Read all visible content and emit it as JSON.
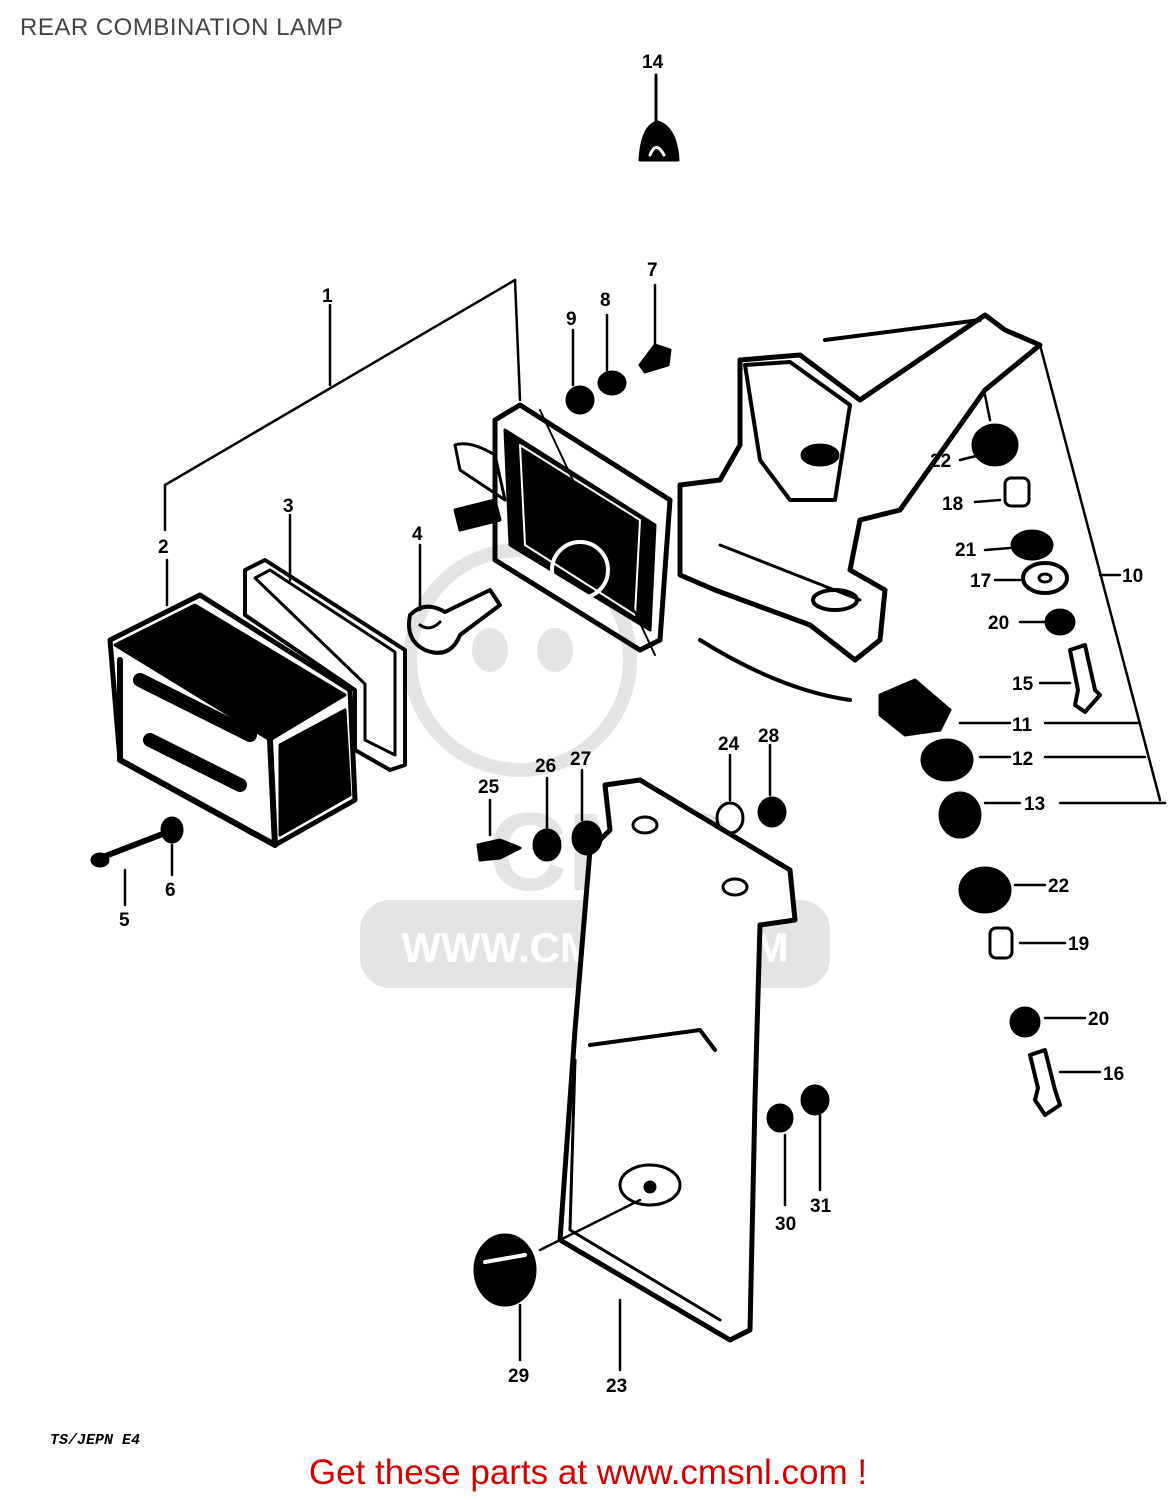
{
  "header": {
    "title": "REAR COMBINATION LAMP"
  },
  "watermark": {
    "brand": "CMS",
    "url": "WWW.CMSNL.COM",
    "color": "#e4e4e4"
  },
  "diagram": {
    "part_labels": [
      "1",
      "2",
      "3",
      "4",
      "5",
      "6",
      "7",
      "8",
      "9",
      "10",
      "11",
      "12",
      "13",
      "14",
      "15",
      "16",
      "17",
      "18",
      "19",
      "20",
      "20",
      "21",
      "22",
      "22",
      "23",
      "24",
      "25",
      "26",
      "27",
      "28",
      "29",
      "30",
      "31"
    ],
    "drawing_code": "TS/JEPN E4",
    "line_color": "#000000"
  },
  "footer": {
    "cta": "Get these parts at www.cmsnl.com !",
    "cta_color": "#d40000"
  }
}
